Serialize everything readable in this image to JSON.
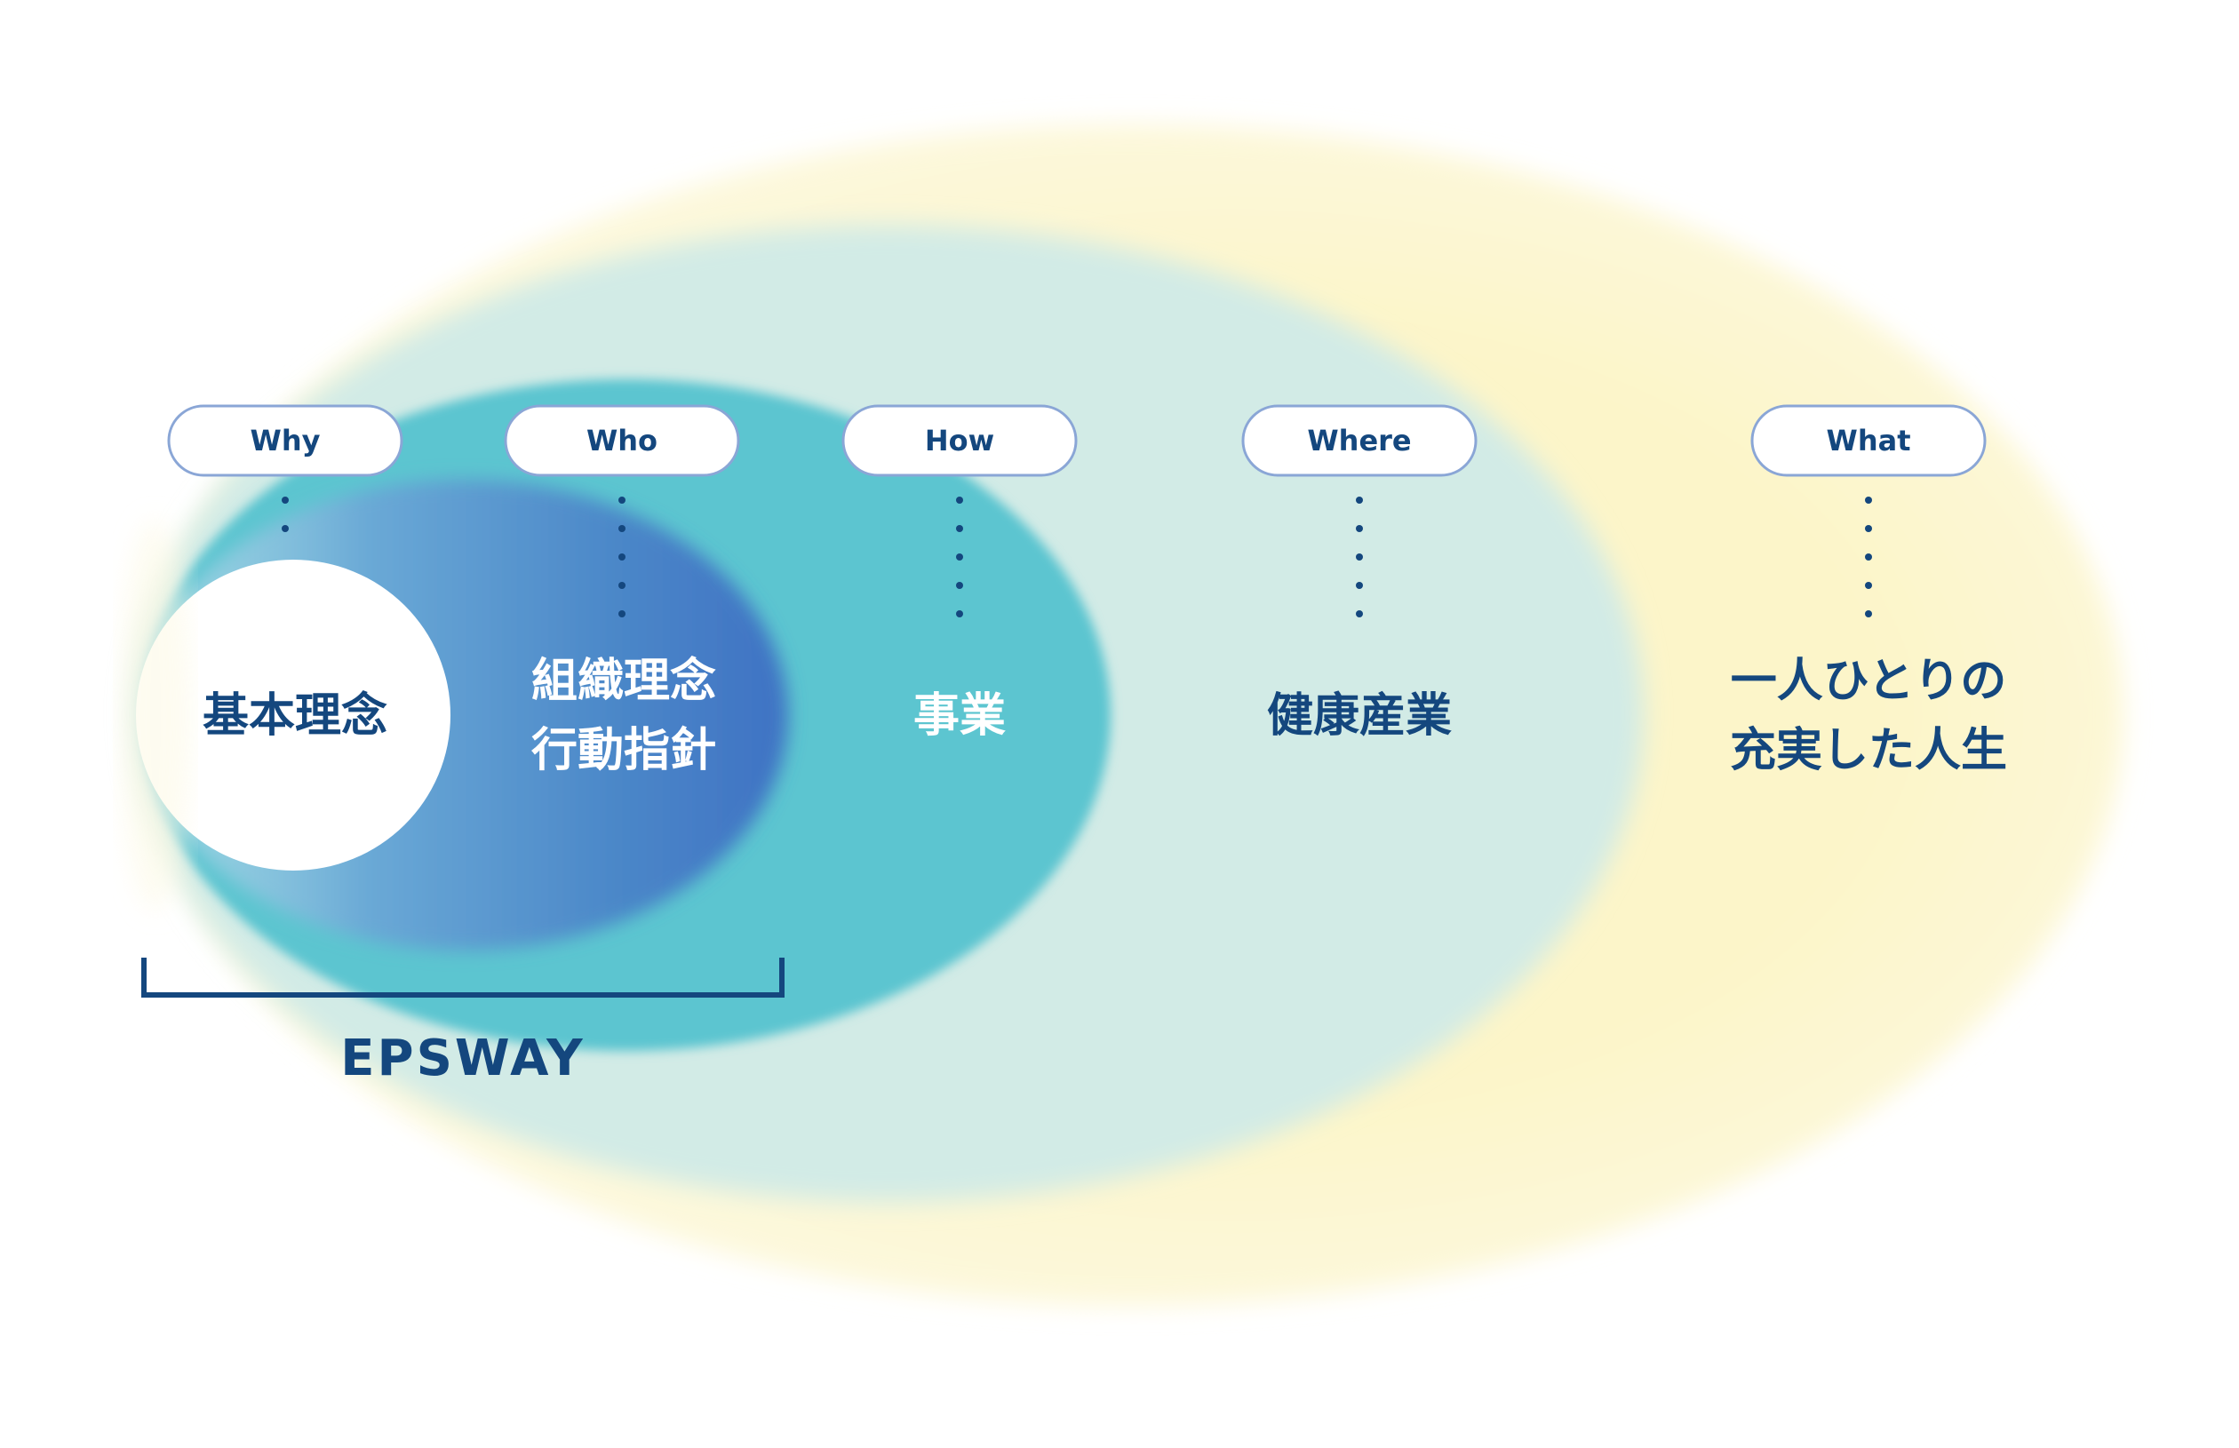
{
  "colors": {
    "outer_yellow": "#fdf7d3",
    "light_teal": "#d2ebe6",
    "teal": "#5bc5d0",
    "blue": "#4a86c8",
    "blue_deep": "#3f72c4",
    "white": "#ffffff",
    "navy": "#14477e",
    "pill_border": "#8aa6d6"
  },
  "labels": [
    {
      "key": "why",
      "label": "Why"
    },
    {
      "key": "who",
      "label": "Who"
    },
    {
      "key": "how",
      "label": "How"
    },
    {
      "key": "where",
      "label": "Where"
    },
    {
      "key": "what",
      "label": "What"
    }
  ],
  "layers": {
    "why": {
      "lines": [
        "基本理念"
      ]
    },
    "who": {
      "lines": [
        "組織理念",
        "行動指針"
      ]
    },
    "how": {
      "lines": [
        "事業"
      ]
    },
    "where": {
      "lines": [
        "健康産業"
      ]
    },
    "what": {
      "lines": [
        "一人ひとりの",
        "充実した人生"
      ]
    }
  },
  "bracket_label": "EPSWAY"
}
